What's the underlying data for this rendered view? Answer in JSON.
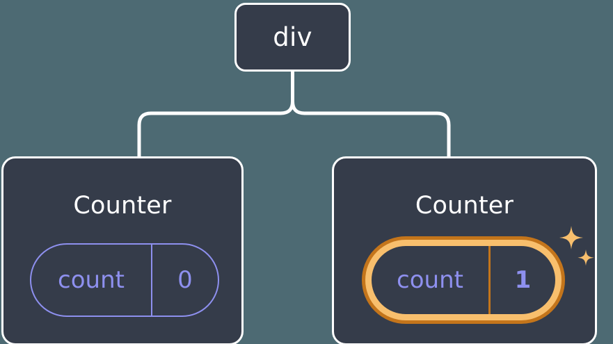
{
  "meta": {
    "theme_background": "#4d6a73",
    "node_fill": "#353c4a",
    "node_border": "#ffffff",
    "state_accent": "#8e90ef",
    "highlight_outer": "#c4751b",
    "highlight_inner": "#f8bf6d",
    "sparkle_color": "#f8bf6d"
  },
  "tree": {
    "root": {
      "label": "div"
    },
    "children": [
      {
        "title": "Counter",
        "state": {
          "key": "count",
          "value": "0",
          "highlighted": false
        }
      },
      {
        "title": "Counter",
        "state": {
          "key": "count",
          "value": "1",
          "highlighted": true
        },
        "sparkle": {
          "name": "sparkles-icon",
          "count": "2"
        }
      }
    ]
  }
}
